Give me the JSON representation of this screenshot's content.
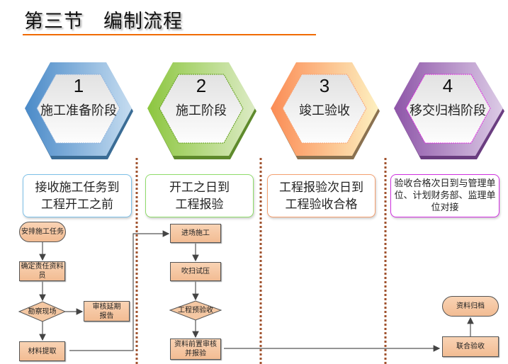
{
  "title": "第三节　编制流程",
  "colors": {
    "accent": "#f06a00",
    "divider": "#a0522d",
    "node_fill": "#f5c8a3"
  },
  "phases": [
    {
      "number": "1",
      "label": "施工准备阶段",
      "color": "#5b9bd5",
      "desc": "接收施工任务到工程开工之前"
    },
    {
      "number": "2",
      "label": "施工阶段",
      "color": "#92d050",
      "desc": "开工之日到工程报验"
    },
    {
      "number": "3",
      "label": "竣工验收",
      "color": "#f79646",
      "desc": "工程报验次日到工程验收合格"
    },
    {
      "number": "4",
      "label": "移交归档阶段",
      "color": "#9b59b6",
      "desc": "验收合格次日到与管理单位、计划财务部、监理单位对接"
    }
  ],
  "flow": {
    "n1": "安排施工任务",
    "n2": "确定责任资料员",
    "n3": "勘察现场",
    "n4": "审核延期报告",
    "n5": "材料提取",
    "n6": "进场施工",
    "n7": "吹扫试压",
    "n8": "工程预验收",
    "n9": "资料前置审核并报验",
    "n10": "联合验收",
    "n11": "资料归档"
  }
}
